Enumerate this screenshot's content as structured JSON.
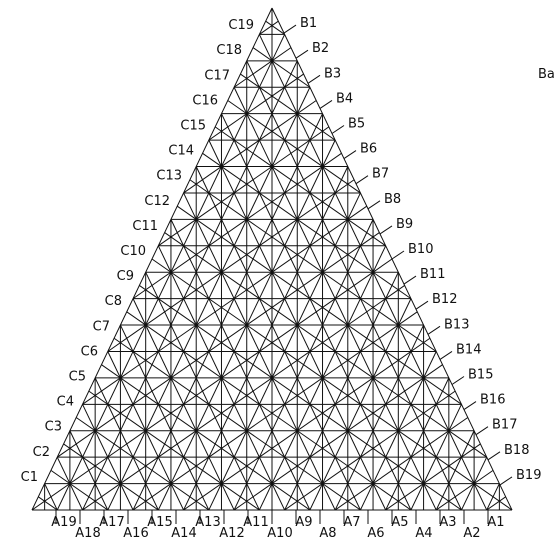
{
  "diagram": {
    "kind": "triangular-grid",
    "divisions": 19,
    "corner_text": "Ba",
    "bottom_labels": [
      "A1",
      "A2",
      "A3",
      "A4",
      "A5",
      "A6",
      "A7",
      "A8",
      "A9",
      "A10",
      "A11",
      "A12",
      "A13",
      "A14",
      "A15",
      "A16",
      "A17",
      "A18",
      "A19"
    ],
    "right_labels": [
      "B1",
      "B2",
      "B3",
      "B4",
      "B5",
      "B6",
      "B7",
      "B8",
      "B9",
      "B10",
      "B11",
      "B12",
      "B13",
      "B14",
      "B15",
      "B16",
      "B17",
      "B18",
      "B19"
    ],
    "left_labels": [
      "C1",
      "C2",
      "C3",
      "C4",
      "C5",
      "C6",
      "C7",
      "C8",
      "C9",
      "C10",
      "C11",
      "C12",
      "C13",
      "C14",
      "C15",
      "C16",
      "C17",
      "C18",
      "C19"
    ],
    "line_color": "#111111"
  }
}
